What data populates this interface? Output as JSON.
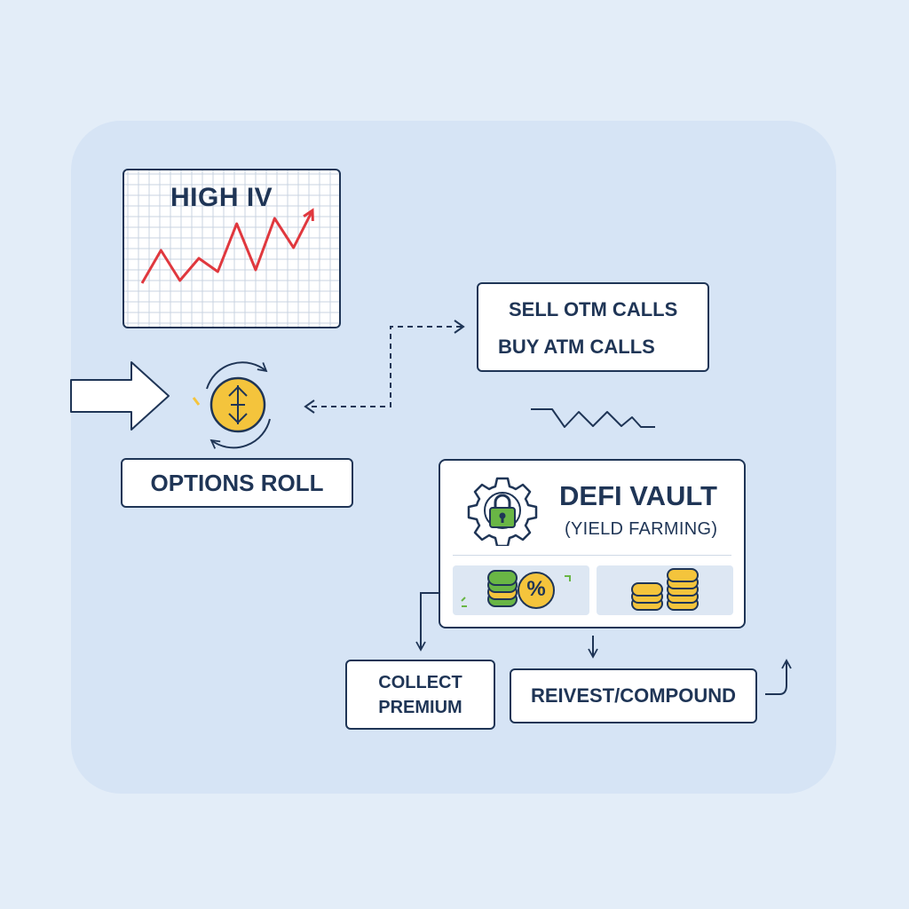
{
  "chart": {
    "title": "HIGH IV",
    "line_color": "#e0383e",
    "trend": [
      0.15,
      0.52,
      0.18,
      0.43,
      0.28,
      0.82,
      0.3,
      0.88,
      0.55,
      0.97
    ]
  },
  "calls": {
    "sell_label": "SELL OTM CALLS",
    "buy_label": "BUY ATM CALLS"
  },
  "roll": {
    "label": "OPTIONS ROLL",
    "icon": "currency-exchange-icon",
    "coin_color": "#f4c43c"
  },
  "vault": {
    "title": "DEFI VAULT",
    "subtitle": "(YIELD FARMING)",
    "icon": "lock-gear-icon",
    "lock_color": "#69b645",
    "percent_symbol": "%"
  },
  "collect": {
    "line1": "COLLECT",
    "line2": "PREMIUM"
  },
  "reinvest": {
    "label": "REIVEST/COMPOUND"
  },
  "colors": {
    "navy": "#1f3556",
    "background": "#e3edf8",
    "panel": "#d6e4f5",
    "coin_gold": "#f4c43c",
    "coin_green": "#69b645"
  }
}
